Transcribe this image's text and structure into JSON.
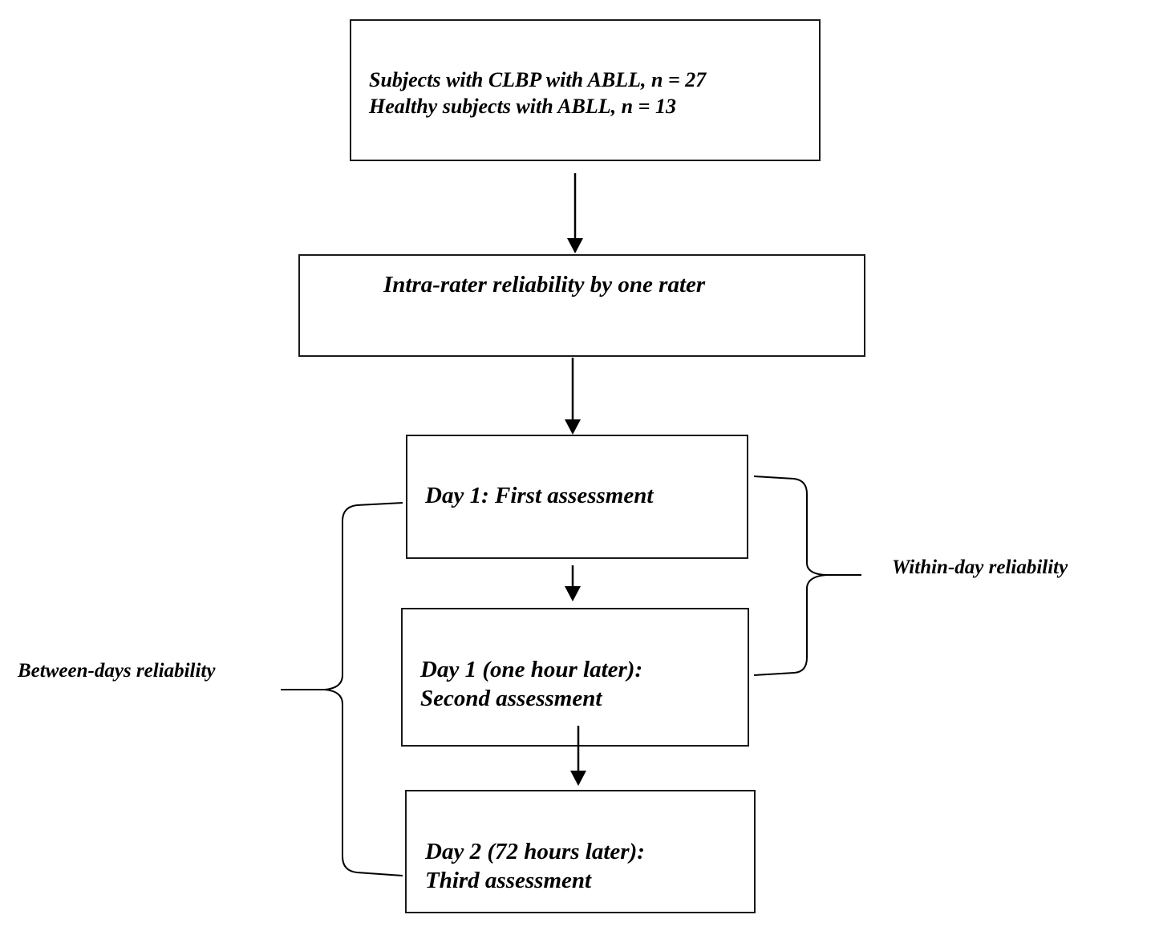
{
  "diagram": {
    "subjects_box": {
      "line1": "Subjects with CLBP with ABLL, n = 27",
      "line2": "Healthy subjects with ABLL, n = 13"
    },
    "intra_rater_box": {
      "label": "Intra-rater reliability by one rater"
    },
    "day1_first_box": {
      "label": "Day 1: First assessment"
    },
    "day1_second_box": {
      "line1": "Day 1 (one hour later):",
      "line2": "Second assessment"
    },
    "day2_third_box": {
      "line1": "Day 2 (72 hours later):",
      "line2": "Third assessment"
    },
    "within_day_label": "Within-day reliability",
    "between_days_label": "Between-days reliability"
  }
}
